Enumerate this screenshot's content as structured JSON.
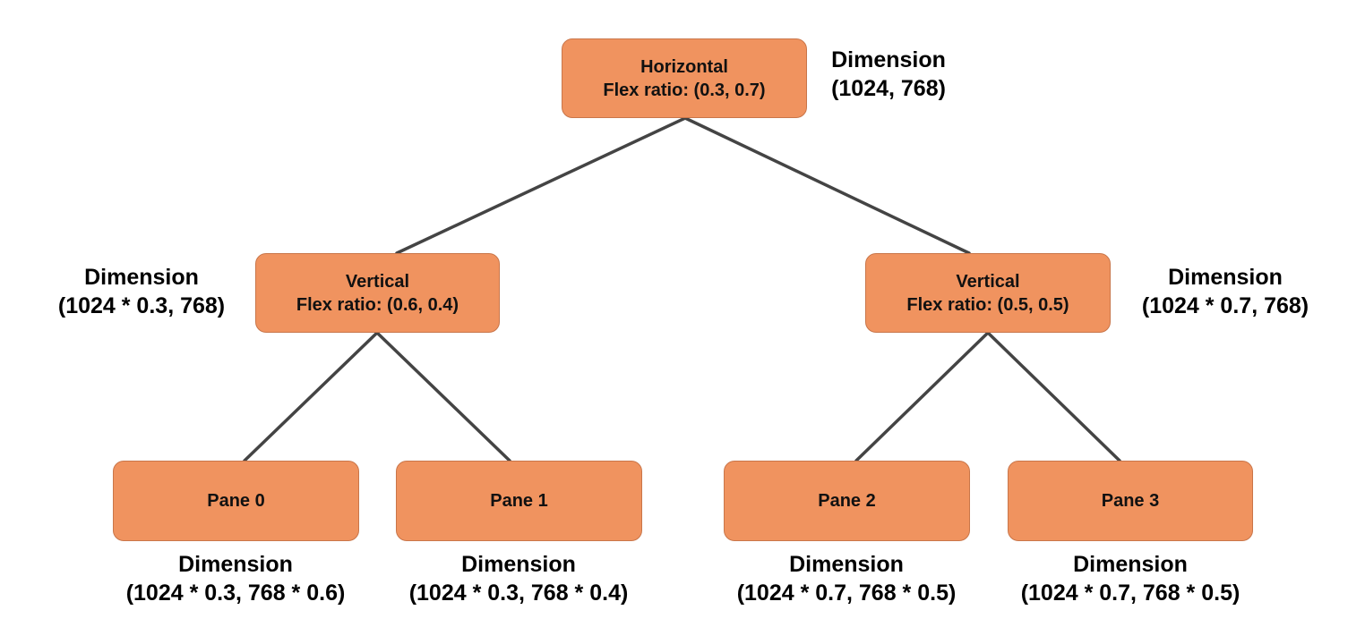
{
  "colors": {
    "node_fill": "#f0935f",
    "node_border": "#c9764a",
    "connector": "#444444"
  },
  "nodes": {
    "root": {
      "title": "Horizontal",
      "ratio": "Flex ratio: (0.3, 0.7)"
    },
    "left": {
      "title": "Vertical",
      "ratio": "Flex ratio: (0.6, 0.4)"
    },
    "right": {
      "title": "Vertical",
      "ratio": "Flex ratio: (0.5, 0.5)"
    },
    "pane0": {
      "title": "Pane 0"
    },
    "pane1": {
      "title": "Pane 1"
    },
    "pane2": {
      "title": "Pane 2"
    },
    "pane3": {
      "title": "Pane 3"
    }
  },
  "dimensions": {
    "root": {
      "label": "Dimension",
      "value": "(1024, 768)"
    },
    "left": {
      "label": "Dimension",
      "value": "(1024 * 0.3, 768)"
    },
    "right": {
      "label": "Dimension",
      "value": "(1024 * 0.7, 768)"
    },
    "pane0": {
      "label": "Dimension",
      "value": "(1024 * 0.3, 768 * 0.6)"
    },
    "pane1": {
      "label": "Dimension",
      "value": "(1024 * 0.3, 768 * 0.4)"
    },
    "pane2": {
      "label": "Dimension",
      "value": "(1024 * 0.7, 768 * 0.5)"
    },
    "pane3": {
      "label": "Dimension",
      "value": "(1024 * 0.7, 768 * 0.5)"
    }
  }
}
